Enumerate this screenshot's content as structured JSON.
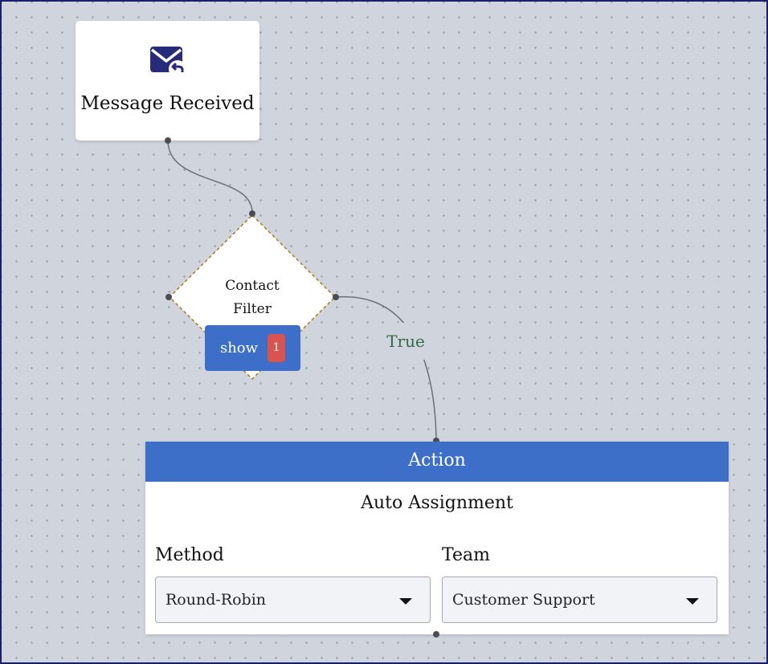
{
  "trigger_node": {
    "icon": "envelope-reply-icon",
    "title": "Message Received"
  },
  "filter_node": {
    "label_line1": "Contact",
    "label_line2": "Filter",
    "show_button_label": "show",
    "show_badge_count": "1"
  },
  "edge": {
    "label": "True"
  },
  "action_node": {
    "header": "Action",
    "title": "Auto Assignment",
    "method": {
      "label": "Method",
      "value": "Round-Robin"
    },
    "team": {
      "label": "Team",
      "value": "Customer Support"
    }
  },
  "colors": {
    "accent": "#3d6fc9",
    "badge": "#d9534f",
    "edge_label": "#2e6b46",
    "diamond_border": "#b07a1a",
    "canvas": "#d0d4dc",
    "icon": "#262b7a"
  }
}
